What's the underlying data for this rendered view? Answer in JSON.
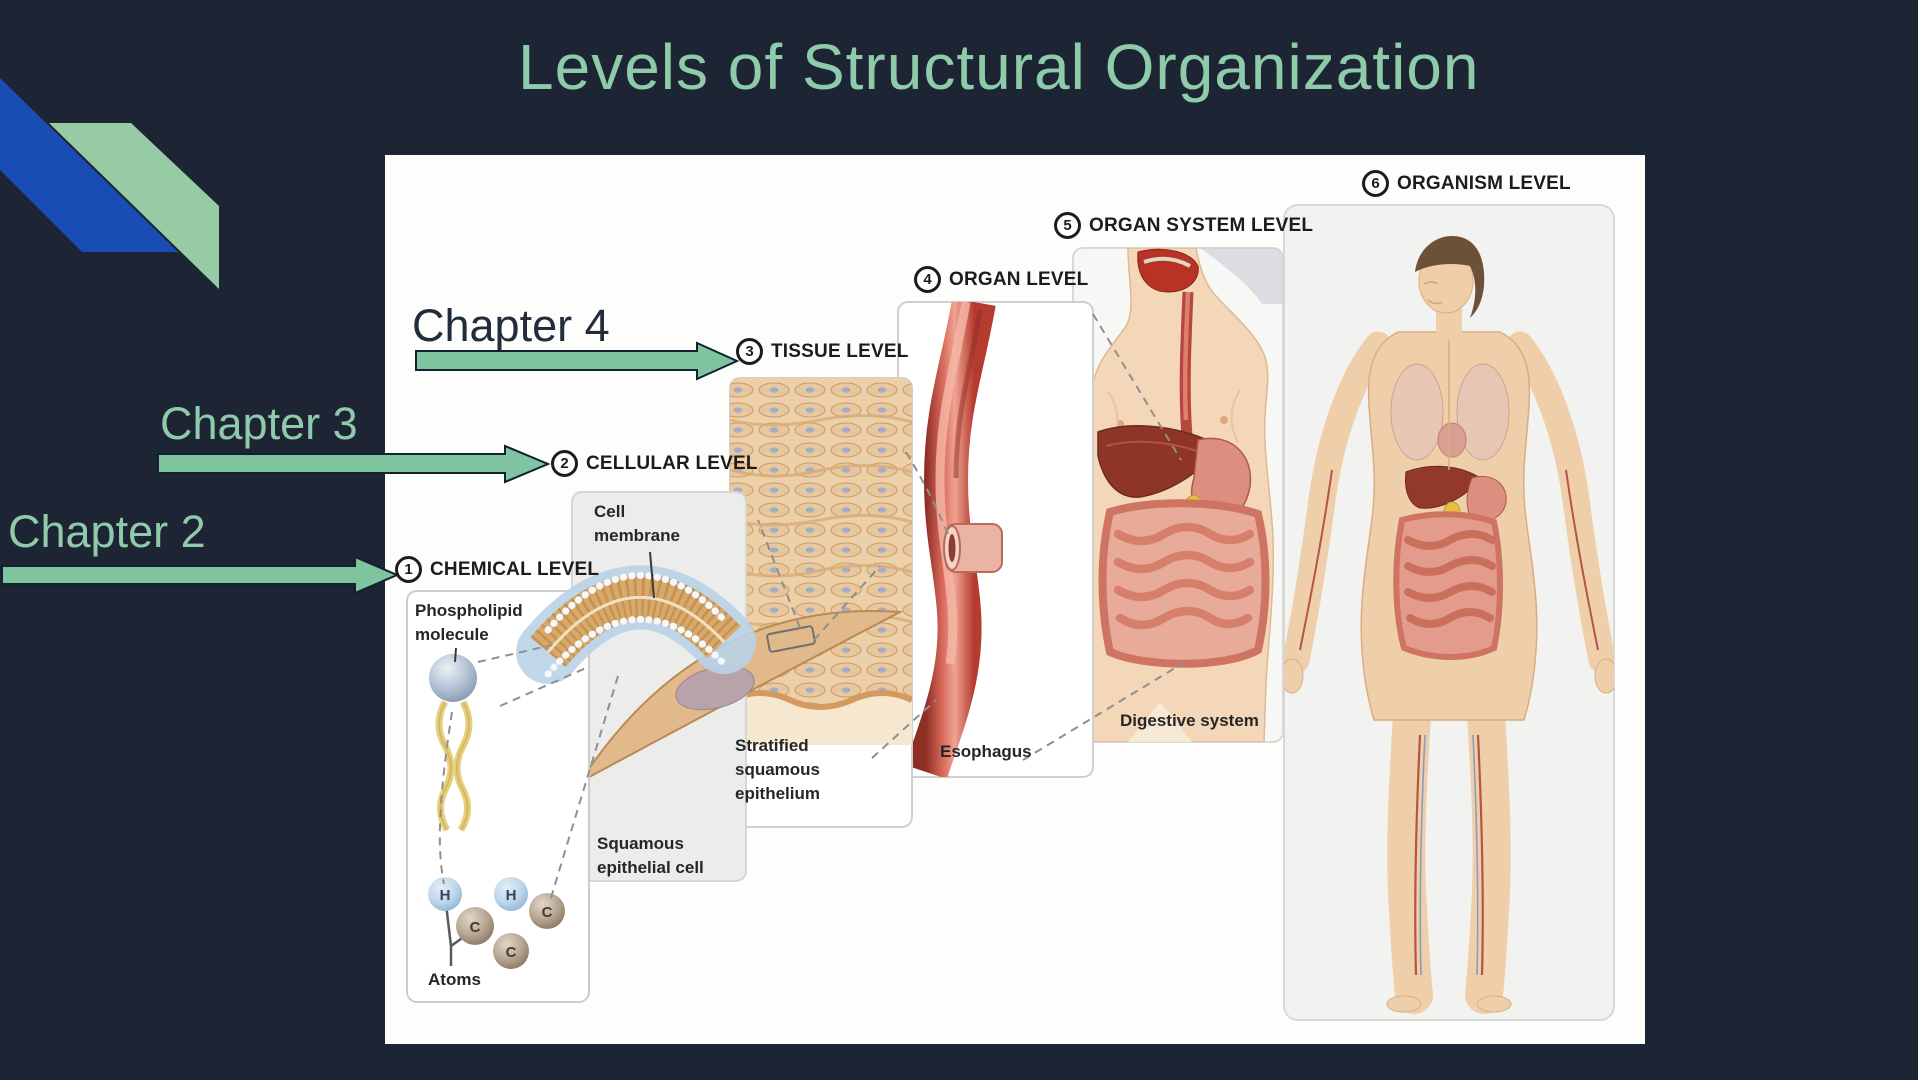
{
  "slide": {
    "title": "Levels of Structural Organization"
  },
  "chapters": [
    {
      "label": "Chapter 4"
    },
    {
      "label": "Chapter 3"
    },
    {
      "label": "Chapter 2"
    }
  ],
  "levels": [
    {
      "num": "1",
      "label": "CHEMICAL LEVEL"
    },
    {
      "num": "2",
      "label": "CELLULAR LEVEL"
    },
    {
      "num": "3",
      "label": "TISSUE LEVEL"
    },
    {
      "num": "4",
      "label": "ORGAN LEVEL"
    },
    {
      "num": "5",
      "label": "ORGAN SYSTEM LEVEL"
    },
    {
      "num": "6",
      "label": "ORGANISM LEVEL"
    }
  ],
  "captions": {
    "cell_membrane": "Cell\nmembrane",
    "phospholipid": "Phospholipid\nmolecule",
    "atoms": "Atoms",
    "squamous_cell": "Squamous\nepithelial cell",
    "stratified": "Stratified\nsquamous\nepithelium",
    "esophagus": "Esophagus",
    "digestive_system": "Digestive system"
  },
  "atoms": {
    "labels": [
      "H",
      "H",
      "C",
      "C",
      "C"
    ]
  },
  "colors": {
    "background": "#1d2433",
    "title_green": "#8ecbaa",
    "arrow_green": "#7ec49f",
    "decor_blue": "#1a4cb5",
    "decor_green": "#97cba6",
    "figure_bg": "#fdfdfc"
  }
}
